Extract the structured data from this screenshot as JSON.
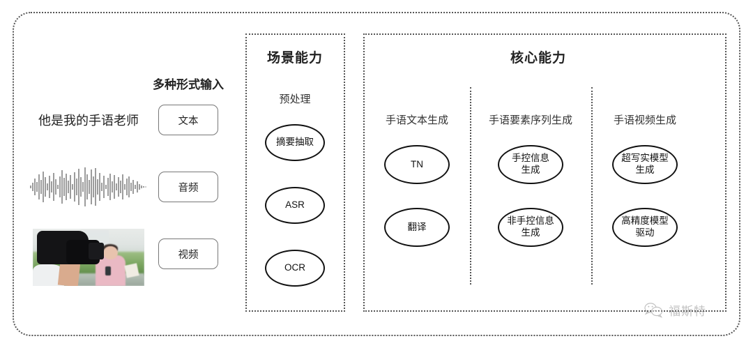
{
  "diagram": {
    "outer_frame": true,
    "input_section": {
      "heading": "多种形式输入",
      "sample_text": "他是我的手语老师",
      "waveform_label": "audio-waveform",
      "photo_label": "camera-operator-filming-reporter-photo",
      "chips": [
        {
          "label": "文本"
        },
        {
          "label": "音频"
        },
        {
          "label": "视频"
        }
      ]
    },
    "scene_group": {
      "title": "场景能力",
      "columns": [
        {
          "label": "预处理",
          "nodes": [
            {
              "label": "摘要抽取"
            },
            {
              "label": "ASR"
            },
            {
              "label": "OCR"
            }
          ]
        }
      ]
    },
    "core_group": {
      "title": "核心能力",
      "columns": [
        {
          "label": "手语文本生成",
          "nodes": [
            {
              "label": "TN"
            },
            {
              "label": "翻译"
            }
          ]
        },
        {
          "label": "手语要素序列生成",
          "nodes": [
            {
              "label": "手控信息\n生成"
            },
            {
              "label": "非手控信息\n生成"
            }
          ]
        },
        {
          "label": "手语视频生成",
          "nodes": [
            {
              "label": "超写实模型\n生成"
            },
            {
              "label": "高精度模型\n驱动"
            }
          ]
        }
      ]
    },
    "watermark": {
      "icon": "wechat-icon",
      "text": "福斯特"
    },
    "colors": {
      "border": "#555555",
      "node_stroke": "#111111",
      "text": "#222222",
      "chip_border": "#777777",
      "background": "#ffffff"
    }
  }
}
